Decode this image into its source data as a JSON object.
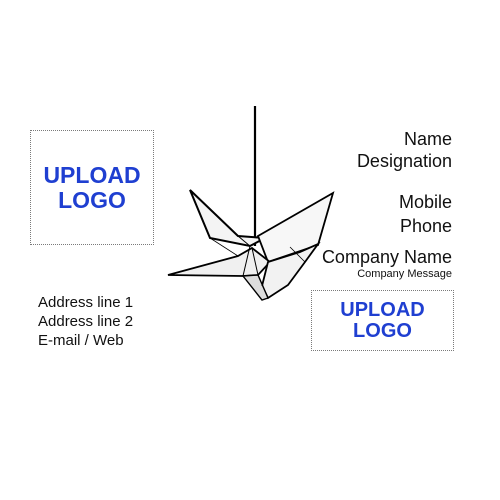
{
  "card": {
    "left_logo": {
      "line1": "UPLOAD",
      "line2": "LOGO"
    },
    "right_logo": {
      "line1": "UPLOAD",
      "line2": "LOGO"
    },
    "contact": {
      "name": "Name",
      "designation": "Designation",
      "mobile": "Mobile",
      "phone": "Phone",
      "company_name": "Company Name",
      "company_message": "Company Message"
    },
    "address": {
      "line1": "Address line 1",
      "line2": "Address line 2",
      "line3": "E-mail / Web"
    },
    "colors": {
      "logo_text": "#1f3fd1",
      "text": "#111111",
      "dotted_border": "#7a7a7a"
    },
    "illustration": "origami-crane-icon"
  }
}
